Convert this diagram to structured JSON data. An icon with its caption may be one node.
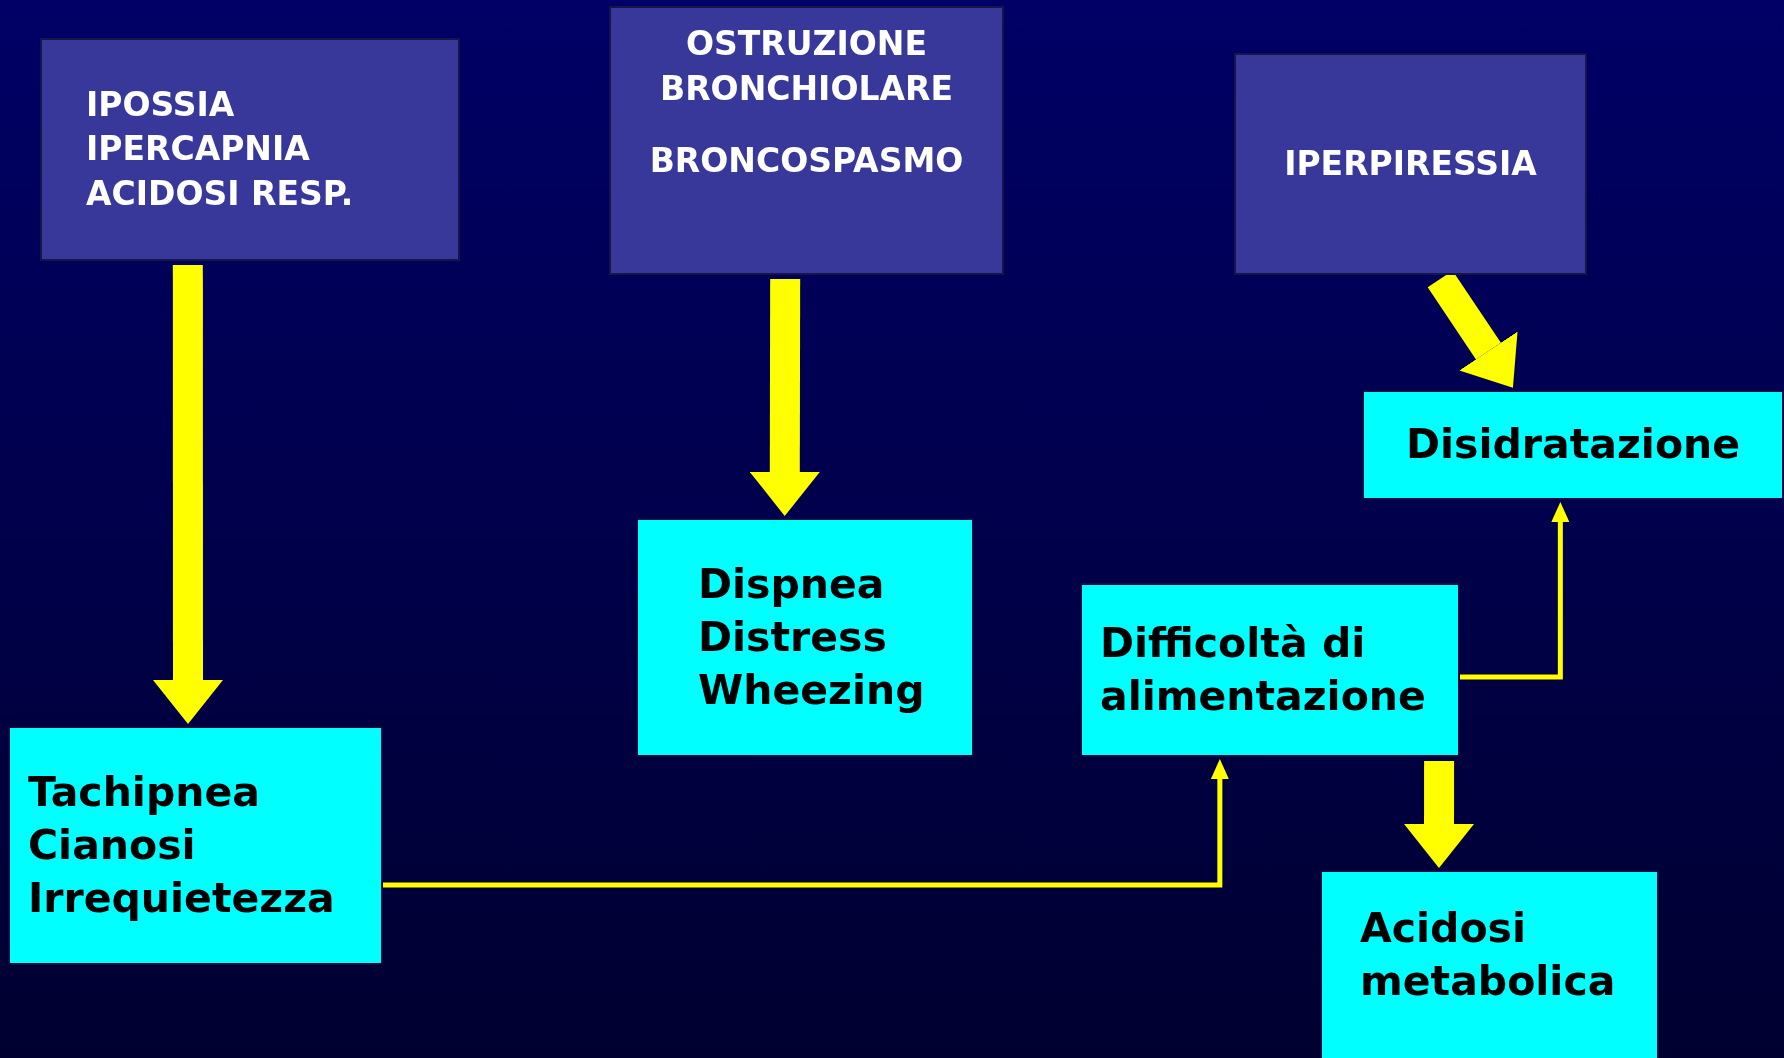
{
  "diagram": {
    "nodes": [
      {
        "text": [
          "IPOSSIA IPERCAPNIA ACIDOSI RESP."
        ]
      },
      {
        "text": [
          "OSTRUZIONE BRONCHIOLARE",
          "BRONCOSPASMO"
        ]
      },
      {
        "text": [
          "IPERPIRESSIA"
        ]
      },
      {
        "text": [
          "Disidratazione"
        ]
      },
      {
        "text": [
          "Dispnea Distress Wheezing"
        ]
      },
      {
        "text": [
          "Difficoltà di alimentazione"
        ]
      },
      {
        "text": [
          "Tachipnea Cianosi Irrequietezza"
        ]
      },
      {
        "text": [
          "Acidosi metabolica"
        ]
      }
    ],
    "edges": [
      {
        "from": 0,
        "to": 6,
        "arrow": "to"
      },
      {
        "from": 1,
        "to": 4,
        "arrow": "to"
      },
      {
        "from": 2,
        "to": 3,
        "arrow": "to"
      },
      {
        "from": 6,
        "to": 5,
        "arrow": "to"
      },
      {
        "from": 5,
        "to": 3,
        "arrow": "to"
      },
      {
        "from": 5,
        "to": 7,
        "arrow": "to"
      }
    ]
  }
}
